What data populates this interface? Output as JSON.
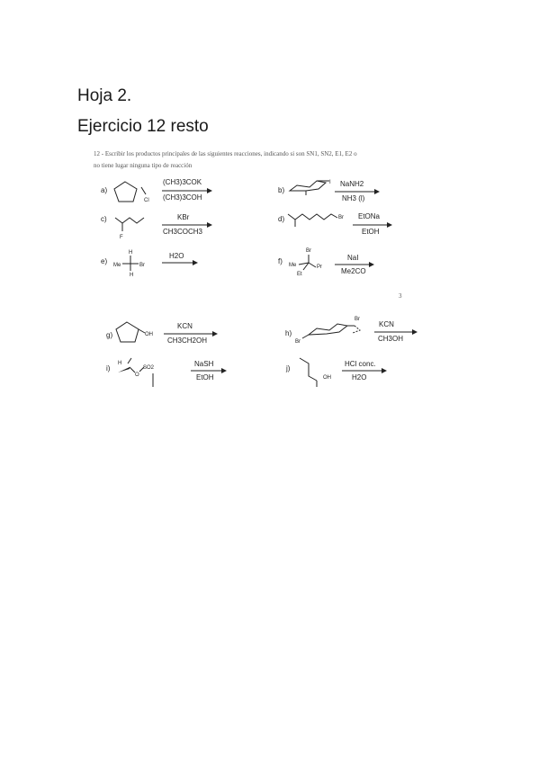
{
  "page": {
    "heading1": "Hoja 2.",
    "heading2": "Ejercicio 12 resto"
  },
  "exercise": {
    "intro_line1": "12 - Escribir los productos principales de las siguientes reacciones, indicando si son SN1, SN2, E1, E2 o",
    "intro_line2": "no tiene lugar ninguna tipo de reacción",
    "page_number": "3",
    "reactions": [
      {
        "label": "a)",
        "reagent_top": "(CH3)3COK",
        "reagent_bottom": "(CH3)3COH",
        "substituent": "Cl"
      },
      {
        "label": "b)",
        "reagent_top": "NaNH2",
        "reagent_bottom": "NH3 (l)",
        "substituent": "I"
      },
      {
        "label": "c)",
        "reagent_top": "KBr",
        "reagent_bottom": "CH3COCH3",
        "substituent": "F"
      },
      {
        "label": "d)",
        "reagent_top": "EtONa",
        "reagent_bottom": "EtOH",
        "substituent": "Br"
      },
      {
        "label": "e)",
        "reagent_top": "H2O",
        "reagent_bottom": "",
        "sub_top": "H",
        "sub_left": "Me",
        "sub_right": "Br",
        "sub_bottom": "H"
      },
      {
        "label": "f)",
        "reagent_top": "NaI",
        "reagent_bottom": "Me2CO",
        "sub_top": "Br",
        "sub_left": "Me",
        "sub_right": "Pr",
        "sub_bottom": "Et"
      },
      {
        "label": "g)",
        "reagent_top": "KCN",
        "reagent_bottom": "CH3CH2OH",
        "substituent": "OH"
      },
      {
        "label": "h)",
        "reagent_top": "KCN",
        "reagent_bottom": "CH3OH",
        "sub_a": "Br",
        "sub_b": "Br"
      },
      {
        "label": "i)",
        "reagent_top": "NaSH",
        "reagent_bottom": "EtOH",
        "sub_a": "H",
        "sub_b": "SO2"
      },
      {
        "label": "j)",
        "reagent_top": "HCl conc.",
        "reagent_bottom": "H2O",
        "substituent": "OH"
      }
    ]
  }
}
